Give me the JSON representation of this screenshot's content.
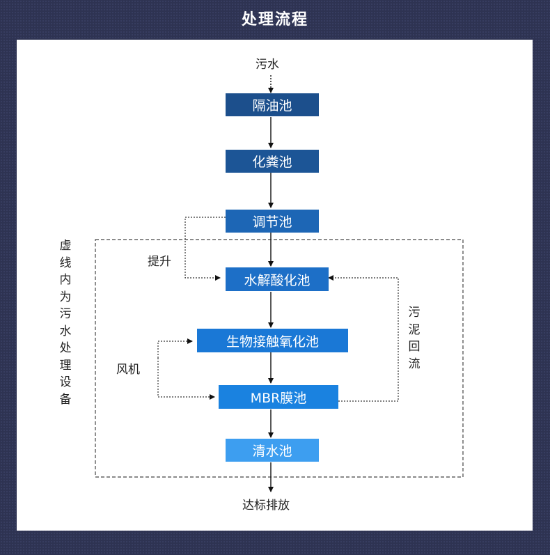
{
  "title": "处理流程",
  "diagram": {
    "input": "污水",
    "output": "达标排放",
    "steps": [
      "隔油池",
      "化粪池",
      "调节池",
      "水解酸化池",
      "生物接触氧化池",
      "MBR膜池",
      "清水池"
    ],
    "lift_label": "提升",
    "fan_label": "风机",
    "sludge_return_label": "污泥回流",
    "equipment_note": "虚线内为污水处理设备",
    "colors": {
      "dark_blue": "#1c4f8c",
      "mid_blue": "#1d6fc7",
      "bright_blue": "#1a82e0",
      "light_blue": "#3d9ef0"
    }
  }
}
